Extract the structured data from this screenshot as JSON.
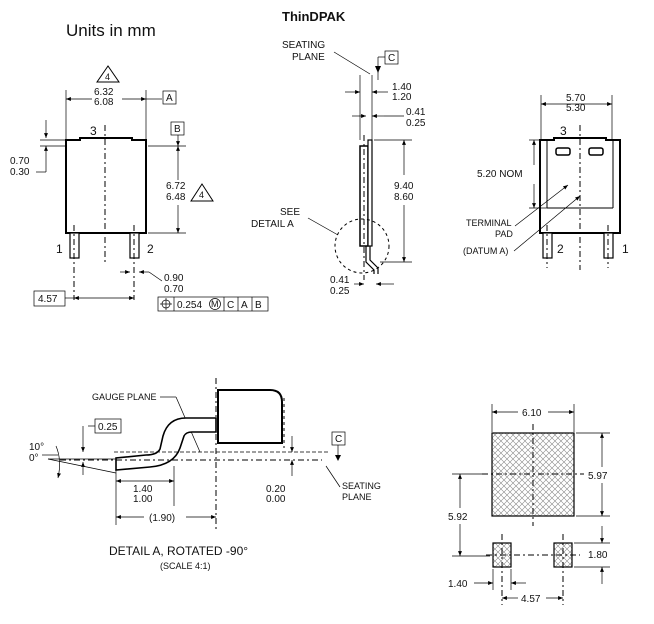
{
  "title": "ThinDPAK",
  "units": "Units in mm",
  "top_view": {
    "note_4": "4",
    "width_max": "6.32",
    "width_min": "6.08",
    "datum_a": "A",
    "datum_b": "B",
    "pin3": "3",
    "pin1": "1",
    "pin2": "2",
    "tab_max": "0.70",
    "tab_min": "0.30",
    "height_max": "6.72",
    "height_min": "6.48",
    "lead_max": "0.90",
    "lead_min": "0.70",
    "pitch": "4.57",
    "fcf_tol": "0.254",
    "fcf_mod": "M",
    "fcf_c": "C",
    "fcf_a": "A",
    "fcf_b": "B"
  },
  "side_view": {
    "seating_plane_1": "SEATING",
    "seating_plane_2": "PLANE",
    "datum_c": "C",
    "thk_max": "1.40",
    "thk_min": "1.20",
    "lead_t_max": "0.41",
    "lead_t_min": "0.25",
    "len_max": "9.40",
    "len_min": "8.60",
    "see_1": "SEE",
    "see_2": "DETAIL A",
    "foot_max": "0.41",
    "foot_min": "0.25"
  },
  "bottom_view": {
    "pad_max": "5.70",
    "pad_min": "5.30",
    "pin3": "3",
    "nom": "5.20 NOM",
    "terminal_1": "TERMINAL",
    "terminal_2": "PAD",
    "datum_note": "(DATUM A)",
    "pin2": "2",
    "pin1": "1"
  },
  "detail_a": {
    "gauge_plane": "GAUGE PLANE",
    "gauge": "0.25",
    "angle_max": "10°",
    "angle_min": "0°",
    "datum_c": "C",
    "l_max": "1.40",
    "l_min": "1.00",
    "h_max": "0.20",
    "h_min": "0.00",
    "seating_1": "SEATING",
    "seating_2": "PLANE",
    "ref": "(1.90)",
    "caption": "DETAIL A, ROTATED -90°",
    "scale": "(SCALE 4:1)"
  },
  "footprint": {
    "width": "6.10",
    "height": "5.97",
    "span": "5.92",
    "pad_h": "1.80",
    "pad_w": "1.40",
    "pitch": "4.57"
  }
}
